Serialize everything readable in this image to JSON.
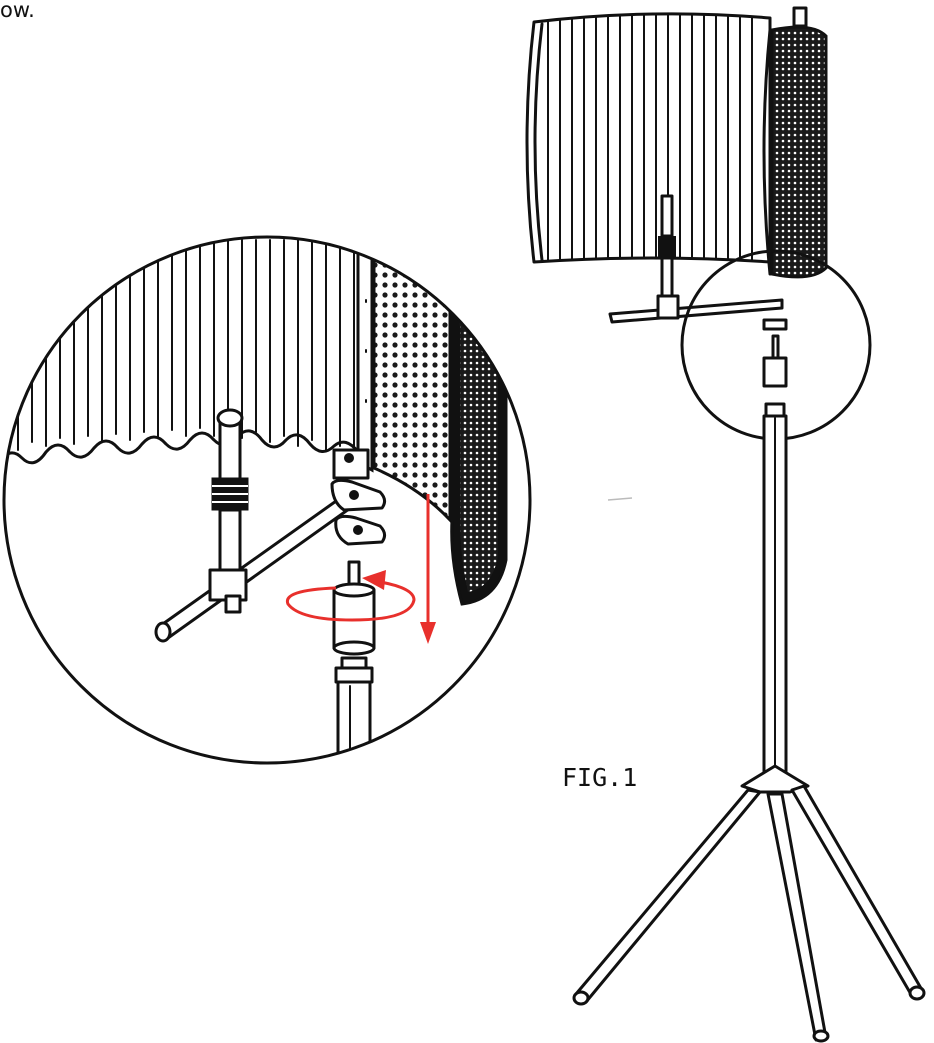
{
  "top_fragment_text": "ow.",
  "figure_caption": "FIG.1",
  "colors": {
    "line": "#111111",
    "background": "#ffffff",
    "arrow_red": "#e8302c"
  },
  "icons": {
    "rotate": "red-rotation-arrow",
    "down": "red-down-arrow"
  }
}
